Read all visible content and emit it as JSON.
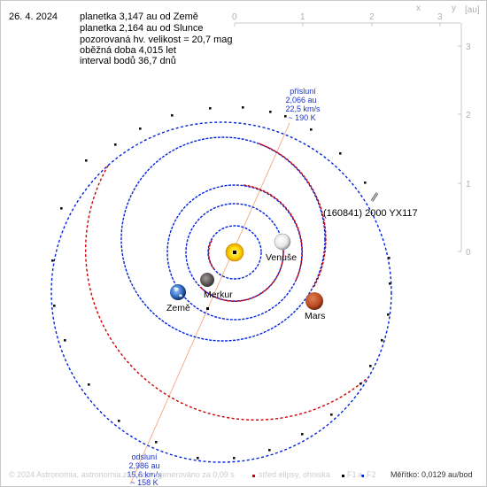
{
  "date": "26. 4. 2024",
  "info_lines": [
    "planetka 3,147 au od Země",
    "planetka 2,164 au od Slunce",
    "pozorovaná hv. velikost = 20,7 mag",
    "oběžná doba 4,015 let",
    "interval bodů 36,7 dnů"
  ],
  "axis": {
    "unit": "[au]",
    "x_name": "x",
    "y_name": "y",
    "x_ticks": [
      "0",
      "1",
      "2",
      "3"
    ],
    "y_ticks": [
      "3",
      "2",
      "1",
      "0"
    ]
  },
  "object_name": "(160841) 2000 YX117",
  "planets": [
    "Venuše",
    "Merkur",
    "Země",
    "Mars"
  ],
  "perihelion": {
    "title": "přísluní",
    "dist": "2,066 au",
    "speed": "22,5 km/s",
    "days": "~ 190 K"
  },
  "aphelion": {
    "title": "odsluní",
    "dist": "2,986 au",
    "speed": "15,6 km/s",
    "days": "~ 158 K"
  },
  "footer": {
    "credit": "© 2024 Astronomia, astronomia.zcu.cz, vygenerováno za 0,09 s",
    "legend_center": "střed elipsy, ohniska",
    "f1": "F1",
    "a": "a",
    "f2": "F2",
    "scale": "Měřítko: 0,0129 au/bod"
  },
  "colors": {
    "sun": "#ffdd00",
    "orbit_blue": "#0022dd",
    "orbit_red": "#cc0000",
    "label_blue": "#1a33cc",
    "axis": "#c8c8c8",
    "apsides_line": "#f5a070"
  }
}
